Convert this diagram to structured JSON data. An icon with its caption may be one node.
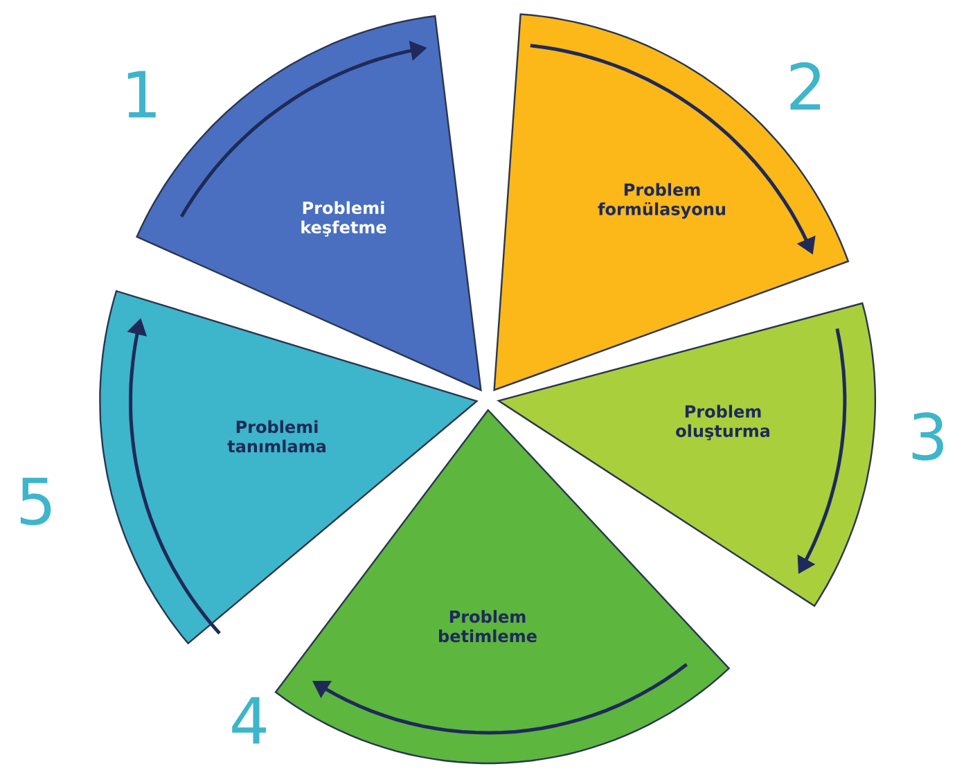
{
  "diagram": {
    "nodes": [
      {
        "text": [
          "Problemi keşfetme"
        ]
      },
      {
        "text": [
          "Problem formülasyonu"
        ]
      },
      {
        "text": [
          "Problem oluşturma"
        ]
      },
      {
        "text": [
          "Problem betimleme"
        ]
      },
      {
        "text": [
          "Problemi tanımlama"
        ]
      }
    ],
    "labels": [
      "1",
      "2",
      "3",
      "4",
      "5"
    ]
  }
}
